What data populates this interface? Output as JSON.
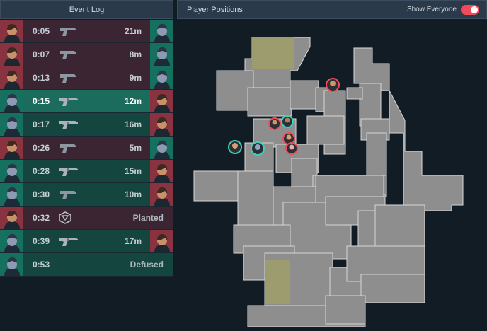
{
  "event_log": {
    "title": "Event Log",
    "rows": [
      {
        "time": "0:05",
        "value": "21m",
        "kind": "kill",
        "side": "red",
        "selected": false,
        "weapon_icon": "pistol-icon",
        "left_agent": "agent-red-icon",
        "right_agent": "agent-teal-icon"
      },
      {
        "time": "0:07",
        "value": "8m",
        "kind": "kill",
        "side": "red",
        "selected": false,
        "weapon_icon": "pistol-icon",
        "left_agent": "agent-red-icon",
        "right_agent": "agent-teal-icon"
      },
      {
        "time": "0:13",
        "value": "9m",
        "kind": "kill",
        "side": "red",
        "selected": false,
        "weapon_icon": "pistol-icon",
        "left_agent": "agent-red-icon",
        "right_agent": "agent-teal-icon"
      },
      {
        "time": "0:15",
        "value": "12m",
        "kind": "kill",
        "side": "teal",
        "selected": true,
        "weapon_icon": "revolver-icon",
        "left_agent": "agent-teal-icon",
        "right_agent": "agent-red-icon"
      },
      {
        "time": "0:17",
        "value": "16m",
        "kind": "kill",
        "side": "teal",
        "selected": false,
        "weapon_icon": "revolver-icon",
        "left_agent": "agent-teal-icon",
        "right_agent": "agent-red-icon"
      },
      {
        "time": "0:26",
        "value": "5m",
        "kind": "kill",
        "side": "red",
        "selected": false,
        "weapon_icon": "pistol-icon",
        "left_agent": "agent-red-icon",
        "right_agent": "agent-teal-icon"
      },
      {
        "time": "0:28",
        "value": "15m",
        "kind": "kill",
        "side": "teal",
        "selected": false,
        "weapon_icon": "revolver-icon",
        "left_agent": "agent-teal-icon",
        "right_agent": "agent-red-icon"
      },
      {
        "time": "0:30",
        "value": "10m",
        "kind": "kill",
        "side": "teal",
        "selected": false,
        "weapon_icon": "pistol-icon",
        "left_agent": "agent-teal-icon",
        "right_agent": "agent-red-icon"
      },
      {
        "time": "0:32",
        "value": "Planted",
        "kind": "plant",
        "side": "red",
        "selected": false,
        "weapon_icon": "spike-icon",
        "left_agent": "agent-red-icon",
        "right_agent": ""
      },
      {
        "time": "0:39",
        "value": "17m",
        "kind": "kill",
        "side": "teal",
        "selected": false,
        "weapon_icon": "revolver-icon",
        "left_agent": "agent-teal-icon",
        "right_agent": "agent-red-icon"
      },
      {
        "time": "0:53",
        "value": "Defused",
        "kind": "defuse",
        "side": "teal",
        "selected": false,
        "weapon_icon": "",
        "left_agent": "agent-teal-icon",
        "right_agent": ""
      }
    ]
  },
  "player_positions": {
    "title": "Player Positions",
    "toggle_label": "Show Everyone",
    "toggle_on": true
  },
  "colors": {
    "red_row": "#3c2532",
    "teal_row": "#15453f",
    "selected_row": "#1c6c5e",
    "toggle_on": "#ef4b5a",
    "map_floor": "#8e8e8e",
    "site_zone": "#9c9c6e"
  }
}
